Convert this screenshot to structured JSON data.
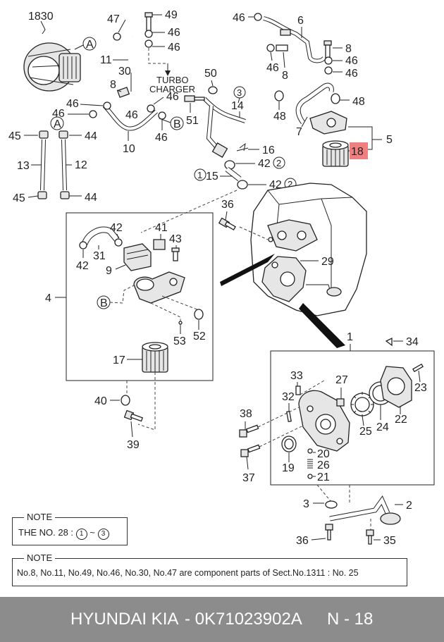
{
  "labels": {
    "l1830": "1830",
    "lA_top": "A",
    "l47": "47",
    "l49": "49",
    "l46_a": "46",
    "l46_b": "46",
    "l11": "11",
    "l30": "30",
    "l8_a": "8",
    "l46_c": "46",
    "l46_d": "46",
    "l46_e": "46",
    "l46_f": "46",
    "lB_top": "B",
    "l10": "10",
    "turbo_1": "TURBO",
    "turbo_2": "CHARGER",
    "l46_g": "46",
    "l6": "6",
    "l8_b": "8",
    "l46_h": "46",
    "l8_c": "8",
    "l46_i": "46",
    "l46_j": "46",
    "l48_a": "48",
    "l48_b": "48",
    "l7": "7",
    "l5": "5",
    "l18": "18",
    "l50": "50",
    "c3_a": "3",
    "l14": "14",
    "l51": "51",
    "l16": "16",
    "l42_a": "42",
    "c2_a": "2",
    "c1": "1",
    "l15": "15",
    "l42_b": "42",
    "c2_b": "2",
    "l45_a": "45",
    "l44_a": "44",
    "lA_left": "A",
    "l13": "13",
    "l12": "12",
    "l45_b": "45",
    "l44_b": "44",
    "l36_a": "36",
    "l42_c": "42",
    "l41": "41",
    "l43": "43",
    "l31": "31",
    "l42_d": "42",
    "l9": "9",
    "l4": "4",
    "lB_box": "B",
    "l52": "52",
    "l53": "53",
    "l17": "17",
    "l29": "29",
    "l1": "1",
    "l34": "34",
    "l33": "33",
    "l27": "27",
    "l23": "23",
    "l32": "32",
    "l38": "38",
    "l25": "25",
    "l24": "24",
    "l22": "22",
    "l20": "20",
    "l19": "19",
    "l26": "26",
    "l21": "21",
    "l37": "37",
    "l40": "40",
    "l39": "39",
    "l3": "3",
    "l2": "2",
    "l36_b": "36",
    "l35": "35"
  },
  "note1": {
    "title": "NOTE",
    "text_prefix": "THE NO. 28 :",
    "circ_a": "1",
    "tilde": "~",
    "circ_b": "3"
  },
  "note2": {
    "title": "NOTE",
    "text": "No.8, No.11, No.49, No.46, No.30, No.47 are component parts of Sect.No.1311 : No.  25"
  },
  "footer": {
    "brand": "HYUNDAI  KIA",
    "part_number": "- 0K71023902A",
    "page": "N - 18"
  },
  "colors": {
    "highlight": "#f08080",
    "footer_bg": "#8c8c8c",
    "footer_text": "#ffffff"
  }
}
